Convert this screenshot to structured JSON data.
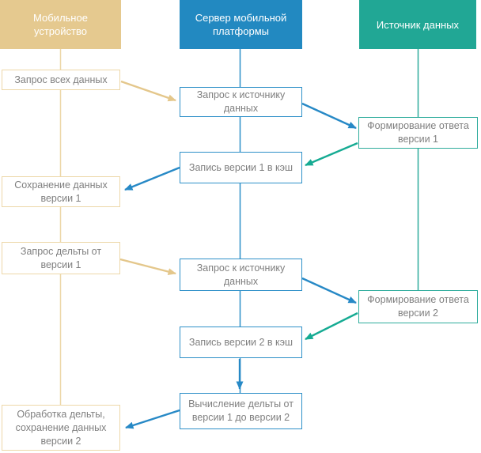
{
  "lanes": [
    {
      "id": "mobile",
      "title": "Мобильное устройство",
      "fill": "#E5C98F",
      "line": "#EDD7A8",
      "arrow": "#E4C78B"
    },
    {
      "id": "server",
      "title": "Сервер мобильной платформы",
      "fill": "#2289C1",
      "line": "#2E90C8",
      "arrow": "#2789C6"
    },
    {
      "id": "source",
      "title": "Источник данных",
      "fill": "#21A795",
      "line": "#2EAC9C",
      "arrow": "#16AB93"
    }
  ],
  "nodes": [
    {
      "lane": "mobile",
      "label": "Запрос всех данных"
    },
    {
      "lane": "server",
      "label": "Запрос к источнику данных"
    },
    {
      "lane": "source",
      "label": "Формирование ответа версии 1"
    },
    {
      "lane": "server",
      "label": "Запись версии 1 в кэш"
    },
    {
      "lane": "mobile",
      "label": "Сохранение данных версии 1"
    },
    {
      "lane": "mobile",
      "label": "Запрос дельты от версии 1"
    },
    {
      "lane": "server",
      "label": "Запрос к источнику данных"
    },
    {
      "lane": "source",
      "label": "Формирование ответа версии 2"
    },
    {
      "lane": "server",
      "label": "Запись версии 2 в кэш"
    },
    {
      "lane": "server",
      "label": "Вычисление дельты от версии 1 до версии 2"
    },
    {
      "lane": "mobile",
      "label": "Обработка дельты, сохранение данных версии 2"
    }
  ],
  "edges": [
    {
      "from": 0,
      "to": 1,
      "color_lane": "mobile"
    },
    {
      "from": 1,
      "to": 2,
      "color_lane": "server"
    },
    {
      "from": 2,
      "to": 3,
      "color_lane": "source"
    },
    {
      "from": 3,
      "to": 4,
      "color_lane": "server"
    },
    {
      "from": 5,
      "to": 6,
      "color_lane": "mobile"
    },
    {
      "from": 6,
      "to": 7,
      "color_lane": "server"
    },
    {
      "from": 7,
      "to": 8,
      "color_lane": "source"
    },
    {
      "from": 8,
      "to": 9,
      "color_lane": "server"
    },
    {
      "from": 9,
      "to": 10,
      "color_lane": "server"
    }
  ],
  "colors": {
    "background": "#FFFFFF",
    "node_text": "#7F7F7F",
    "header_text": "#FFFFFF"
  }
}
